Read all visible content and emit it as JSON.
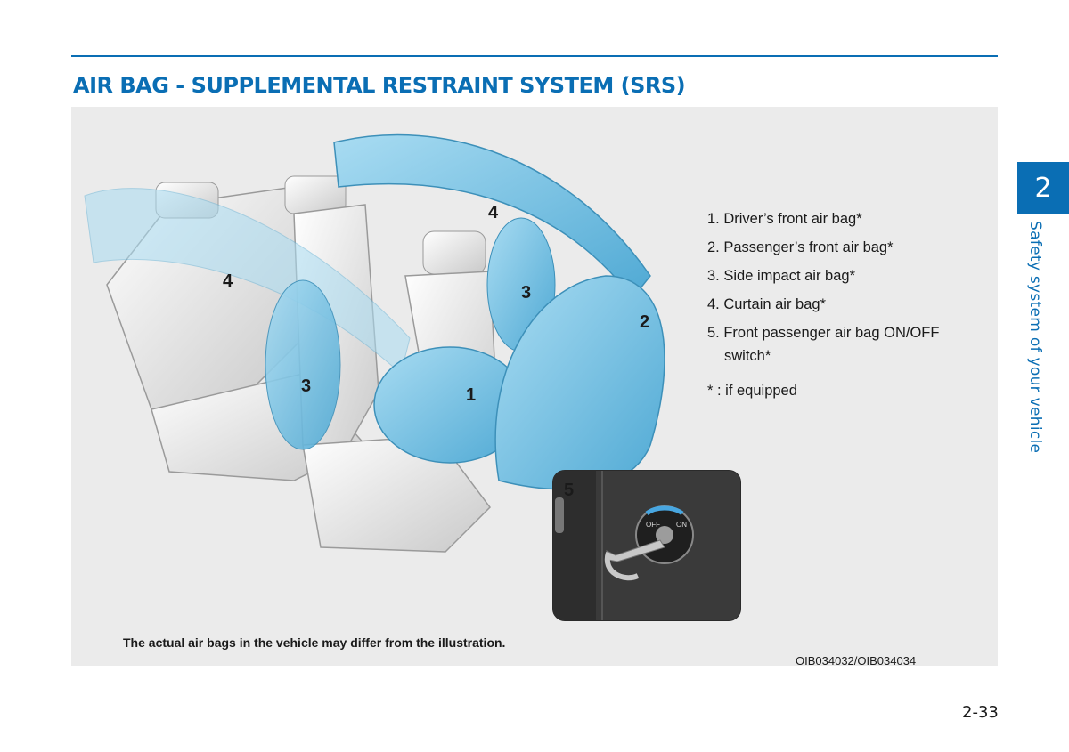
{
  "header": {
    "title": "AIR BAG - SUPPLEMENTAL RESTRAINT SYSTEM (SRS)"
  },
  "figure": {
    "callouts": {
      "driver_front": "1",
      "passenger_front": "2",
      "side_front": "3",
      "side_rear": "3",
      "curtain_front": "4",
      "curtain_rear": "4",
      "switch": "5"
    },
    "legend": [
      "1. Driver’s front air bag*",
      "2. Passenger’s front air bag*",
      "3. Side impact air bag*",
      "4. Curtain air bag*",
      "5. Front passenger air bag ON/OFF switch*"
    ],
    "note": "* : if equipped",
    "inset": {
      "switch_off_label": "OFF",
      "switch_on_label": "ON"
    },
    "disclaimer": "The actual air bags in the vehicle may differ from the illustration.",
    "code": "OIB034032/OIB034034"
  },
  "sidebar": {
    "chapter_number": "2",
    "chapter_title": "Safety system of your vehicle"
  },
  "footer": {
    "page_number": "2-33"
  },
  "colors": {
    "brand_blue": "#0a6eb4",
    "airbag_blue": "#7fc6e6",
    "panel_gray": "#ebebeb"
  }
}
